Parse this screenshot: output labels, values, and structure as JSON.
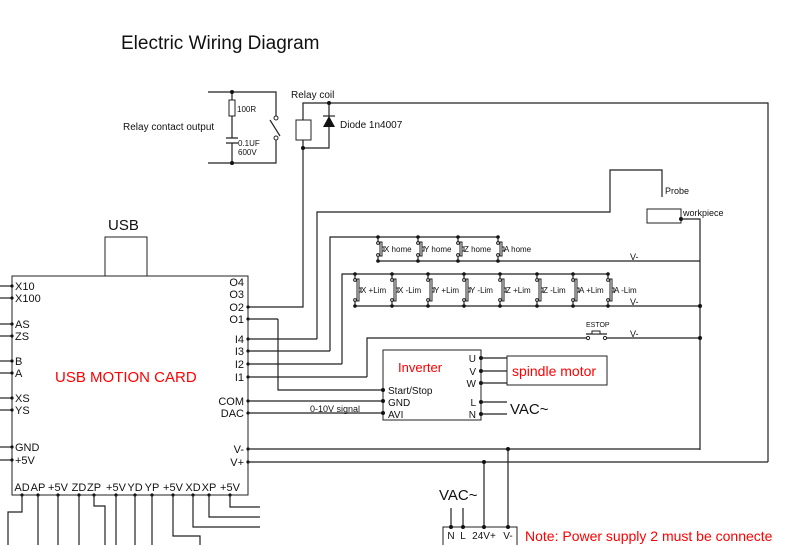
{
  "title": "Electric Wiring Diagram",
  "relay": {
    "contact_output": "Relay contact output",
    "resistor": "100R",
    "capacitor_value": "0.1UF",
    "capacitor_voltage": "600V",
    "coil": "Relay coil",
    "diode": "Diode 1n4007"
  },
  "usb_label": "USB",
  "card": {
    "name": "USB MOTION CARD",
    "name_color": "#ff0000",
    "left_pins": [
      "X10",
      "X100",
      "AS",
      "ZS",
      "B",
      "A",
      "XS",
      "YS",
      "GND",
      "+5V"
    ],
    "right_pins": [
      "O4",
      "O3",
      "O2",
      "O1",
      "I4",
      "I3",
      "I2",
      "I1",
      "COM",
      "DAC",
      "V-",
      "V+"
    ],
    "bottom_pins": [
      "AD",
      "AP",
      "+5V",
      "ZD",
      "ZP",
      "+5V",
      "YD",
      "YP",
      "+5V",
      "XD",
      "XP",
      "+5V"
    ]
  },
  "probe": {
    "label": "Probe",
    "workpiece": "workpiece"
  },
  "home_switches": [
    "X home",
    "Y home",
    "Z home",
    "A home"
  ],
  "limit_switches": [
    "X +Lim",
    "X -Lim",
    "Y +Lim",
    "Y -Lim",
    "Z +Lim",
    "Z -Lim",
    "A +Lim",
    "A -Lim"
  ],
  "estop": "ESTOP",
  "vminus": "V-",
  "inverter": {
    "name": "Inverter",
    "inputs": [
      "Start/Stop",
      "GND",
      "AVI"
    ],
    "outputs": [
      "U",
      "V",
      "W",
      "L",
      "N"
    ],
    "signal": "0-10V signal"
  },
  "spindle_motor": "spindle motor",
  "vac": "VAC~",
  "power_supply": {
    "vac": "VAC~",
    "terminals": [
      "N",
      "L",
      "24V+",
      "V-"
    ]
  },
  "note": "Note: Power supply 2 must be connecte",
  "colors": {
    "accent_red": "#ff0000",
    "line": "#222222"
  }
}
